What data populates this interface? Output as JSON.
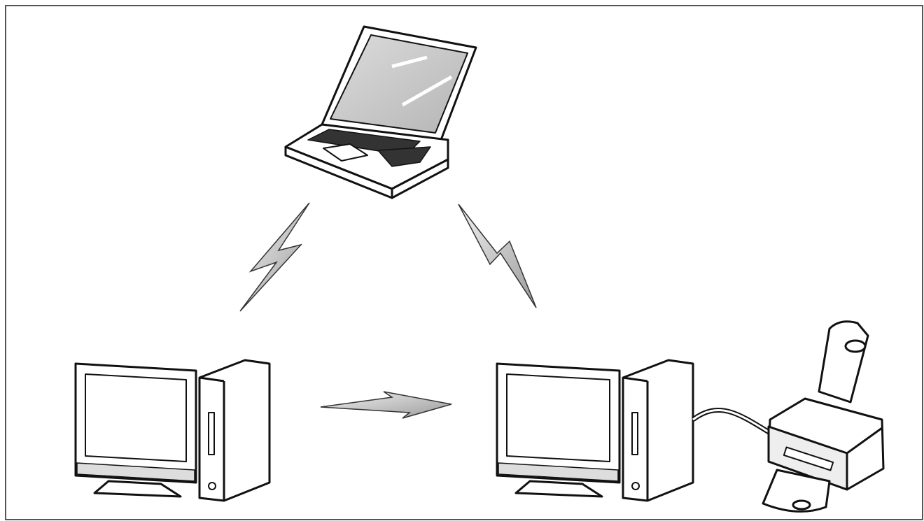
{
  "diagram": {
    "kind": "ad-hoc wireless network",
    "nodes": [
      {
        "icon": "laptop-icon"
      },
      {
        "icon": "desktop-computer-icon"
      },
      {
        "icon": "desktop-computer-icon"
      },
      {
        "icon": "printer-icon"
      }
    ],
    "links": [
      {
        "icon": "wireless-lightning-icon",
        "between": [
          "laptop",
          "left-desktop"
        ]
      },
      {
        "icon": "wireless-lightning-icon",
        "between": [
          "laptop",
          "right-desktop"
        ]
      },
      {
        "icon": "wireless-lightning-icon",
        "between": [
          "left-desktop",
          "right-desktop"
        ]
      },
      {
        "icon": "cable-icon",
        "between": [
          "right-desktop",
          "printer"
        ]
      }
    ],
    "colors": {
      "line": "#111111",
      "screen": "#c8c8c8",
      "bolt": "#bdbdbd",
      "frame": "#555555"
    }
  }
}
